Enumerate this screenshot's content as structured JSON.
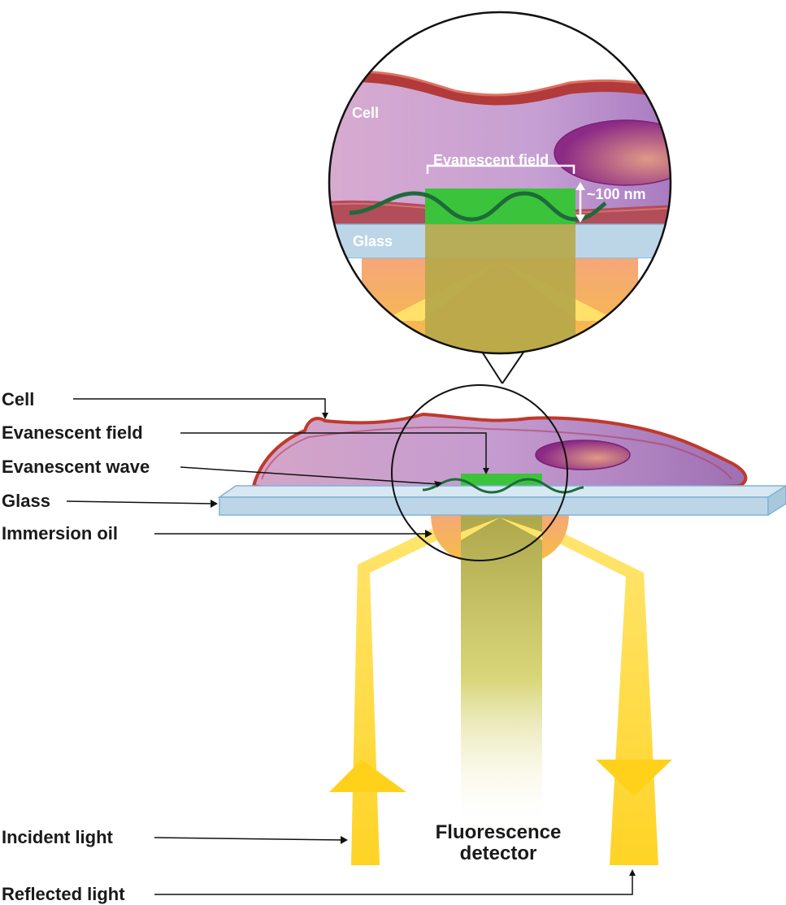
{
  "labels": {
    "cell": "Cell",
    "evanescent_field": "Evanescent field",
    "evanescent_wave": "Evanescent wave",
    "glass": "Glass",
    "immersion_oil": "Immersion oil",
    "incident_light": "Incident light",
    "reflected_light": "Reflected light",
    "detector_line1": "Fluorescence",
    "detector_line2": "detector"
  },
  "zoom": {
    "cell": "Cell",
    "evanescent_field": "Evanescent field",
    "depth": "~100 nm",
    "glass": "Glass"
  },
  "colors": {
    "cell_body": "#b98ec0",
    "cell_membrane": "#c0392b",
    "nucleus": "#8e2a8a",
    "glass": "#bcd6e8",
    "oil": "#f4a77a",
    "light": "#ffd92e",
    "field": "#3cc33c",
    "wave": "#1e6b3a"
  }
}
